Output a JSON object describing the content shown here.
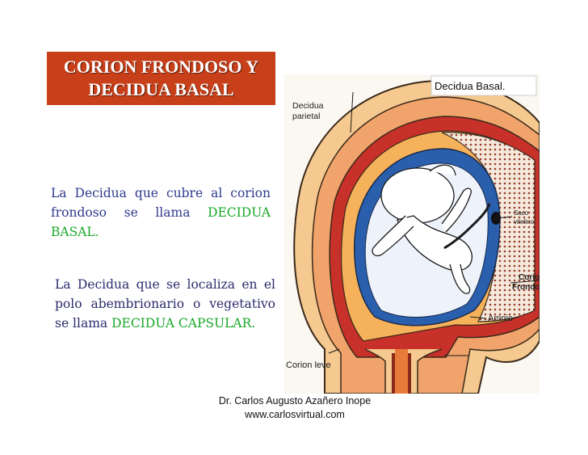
{
  "slide": {
    "title_line1": "CORION FRONDOSO Y",
    "title_line2": "DECIDUA BASAL",
    "p1_text": "La Decidua que cubre al corion frondoso se llama ",
    "p1_highlight": "DECIDUA BASAL.",
    "p2_text": "La Decidua que se localiza en el polo abembrionario o vegetativo se llama ",
    "p2_highlight": "DECIDUA CAPSULAR.",
    "footer_line1": "Dr. Carlos Augusto Azañero Inope",
    "footer_line2": "www.carlosvirtual.com",
    "colors": {
      "title_bg": "#c8401a",
      "highlight": "#1aa829",
      "body_text": "#2d3a8c"
    }
  },
  "figure": {
    "label_decidua_basal": "Decidua Basal.",
    "label_decidua_parietal_1": "Decidua",
    "label_decidua_parietal_2": "parietal",
    "label_saco_1": "Saco",
    "label_saco_2": "vitelino",
    "label_corion_1": "Corion",
    "label_corion_2": "Frondoso",
    "label_amnic": "Amnic",
    "label_corion_leve": "Corion leve"
  }
}
